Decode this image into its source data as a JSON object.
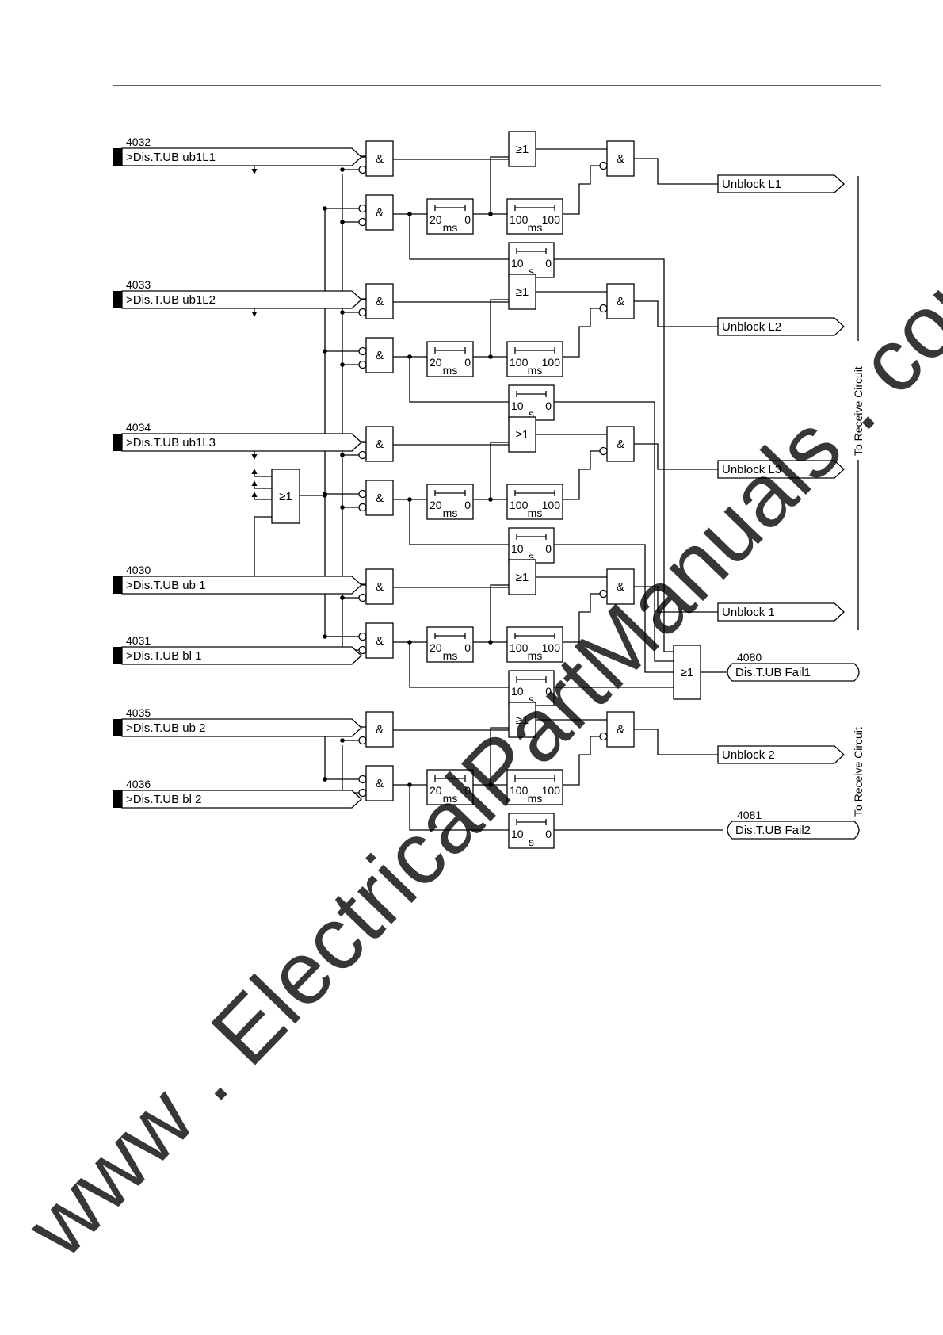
{
  "inputs": [
    {
      "id": "in-ub1l1",
      "num": "4032",
      "label": ">Dis.T.UB ub1L1"
    },
    {
      "id": "in-ub1l2",
      "num": "4033",
      "label": ">Dis.T.UB ub1L2"
    },
    {
      "id": "in-ub1l3",
      "num": "4034",
      "label": ">Dis.T.UB ub1L3"
    },
    {
      "id": "in-ub1",
      "num": "4030",
      "label": ">Dis.T.UB ub 1"
    },
    {
      "id": "in-bl1",
      "num": "4031",
      "label": ">Dis.T.UB bl 1"
    },
    {
      "id": "in-ub2",
      "num": "4035",
      "label": ">Dis.T.UB ub 2"
    },
    {
      "id": "in-bl2",
      "num": "4036",
      "label": ">Dis.T.UB bl 2"
    }
  ],
  "outputs": [
    {
      "id": "out-l1",
      "label": "Unblock L1"
    },
    {
      "id": "out-l2",
      "label": "Unblock L2"
    },
    {
      "id": "out-l3",
      "label": "Unblock L3"
    },
    {
      "id": "out-1",
      "label": "Unblock 1"
    },
    {
      "id": "out-2",
      "label": "Unblock 2"
    }
  ],
  "messages": [
    {
      "id": "msg-fail1",
      "num": "4080",
      "label": "Dis.T.UB Fail1"
    },
    {
      "id": "msg-fail2",
      "num": "4081",
      "label": "Dis.T.UB Fail2"
    }
  ],
  "symbols": {
    "and": "&",
    "or": "≥1"
  },
  "timers": {
    "t20": {
      "left": "20",
      "right": "0",
      "unit": "ms"
    },
    "t100": {
      "left": "100",
      "right": "100",
      "unit": "ms"
    },
    "t10": {
      "left": "10",
      "right": "0",
      "unit": "s"
    }
  },
  "side_labels": [
    "To Receive Circuit",
    "To Receive Circuit"
  ],
  "watermark": "www . ElectricalPartManuals . com"
}
